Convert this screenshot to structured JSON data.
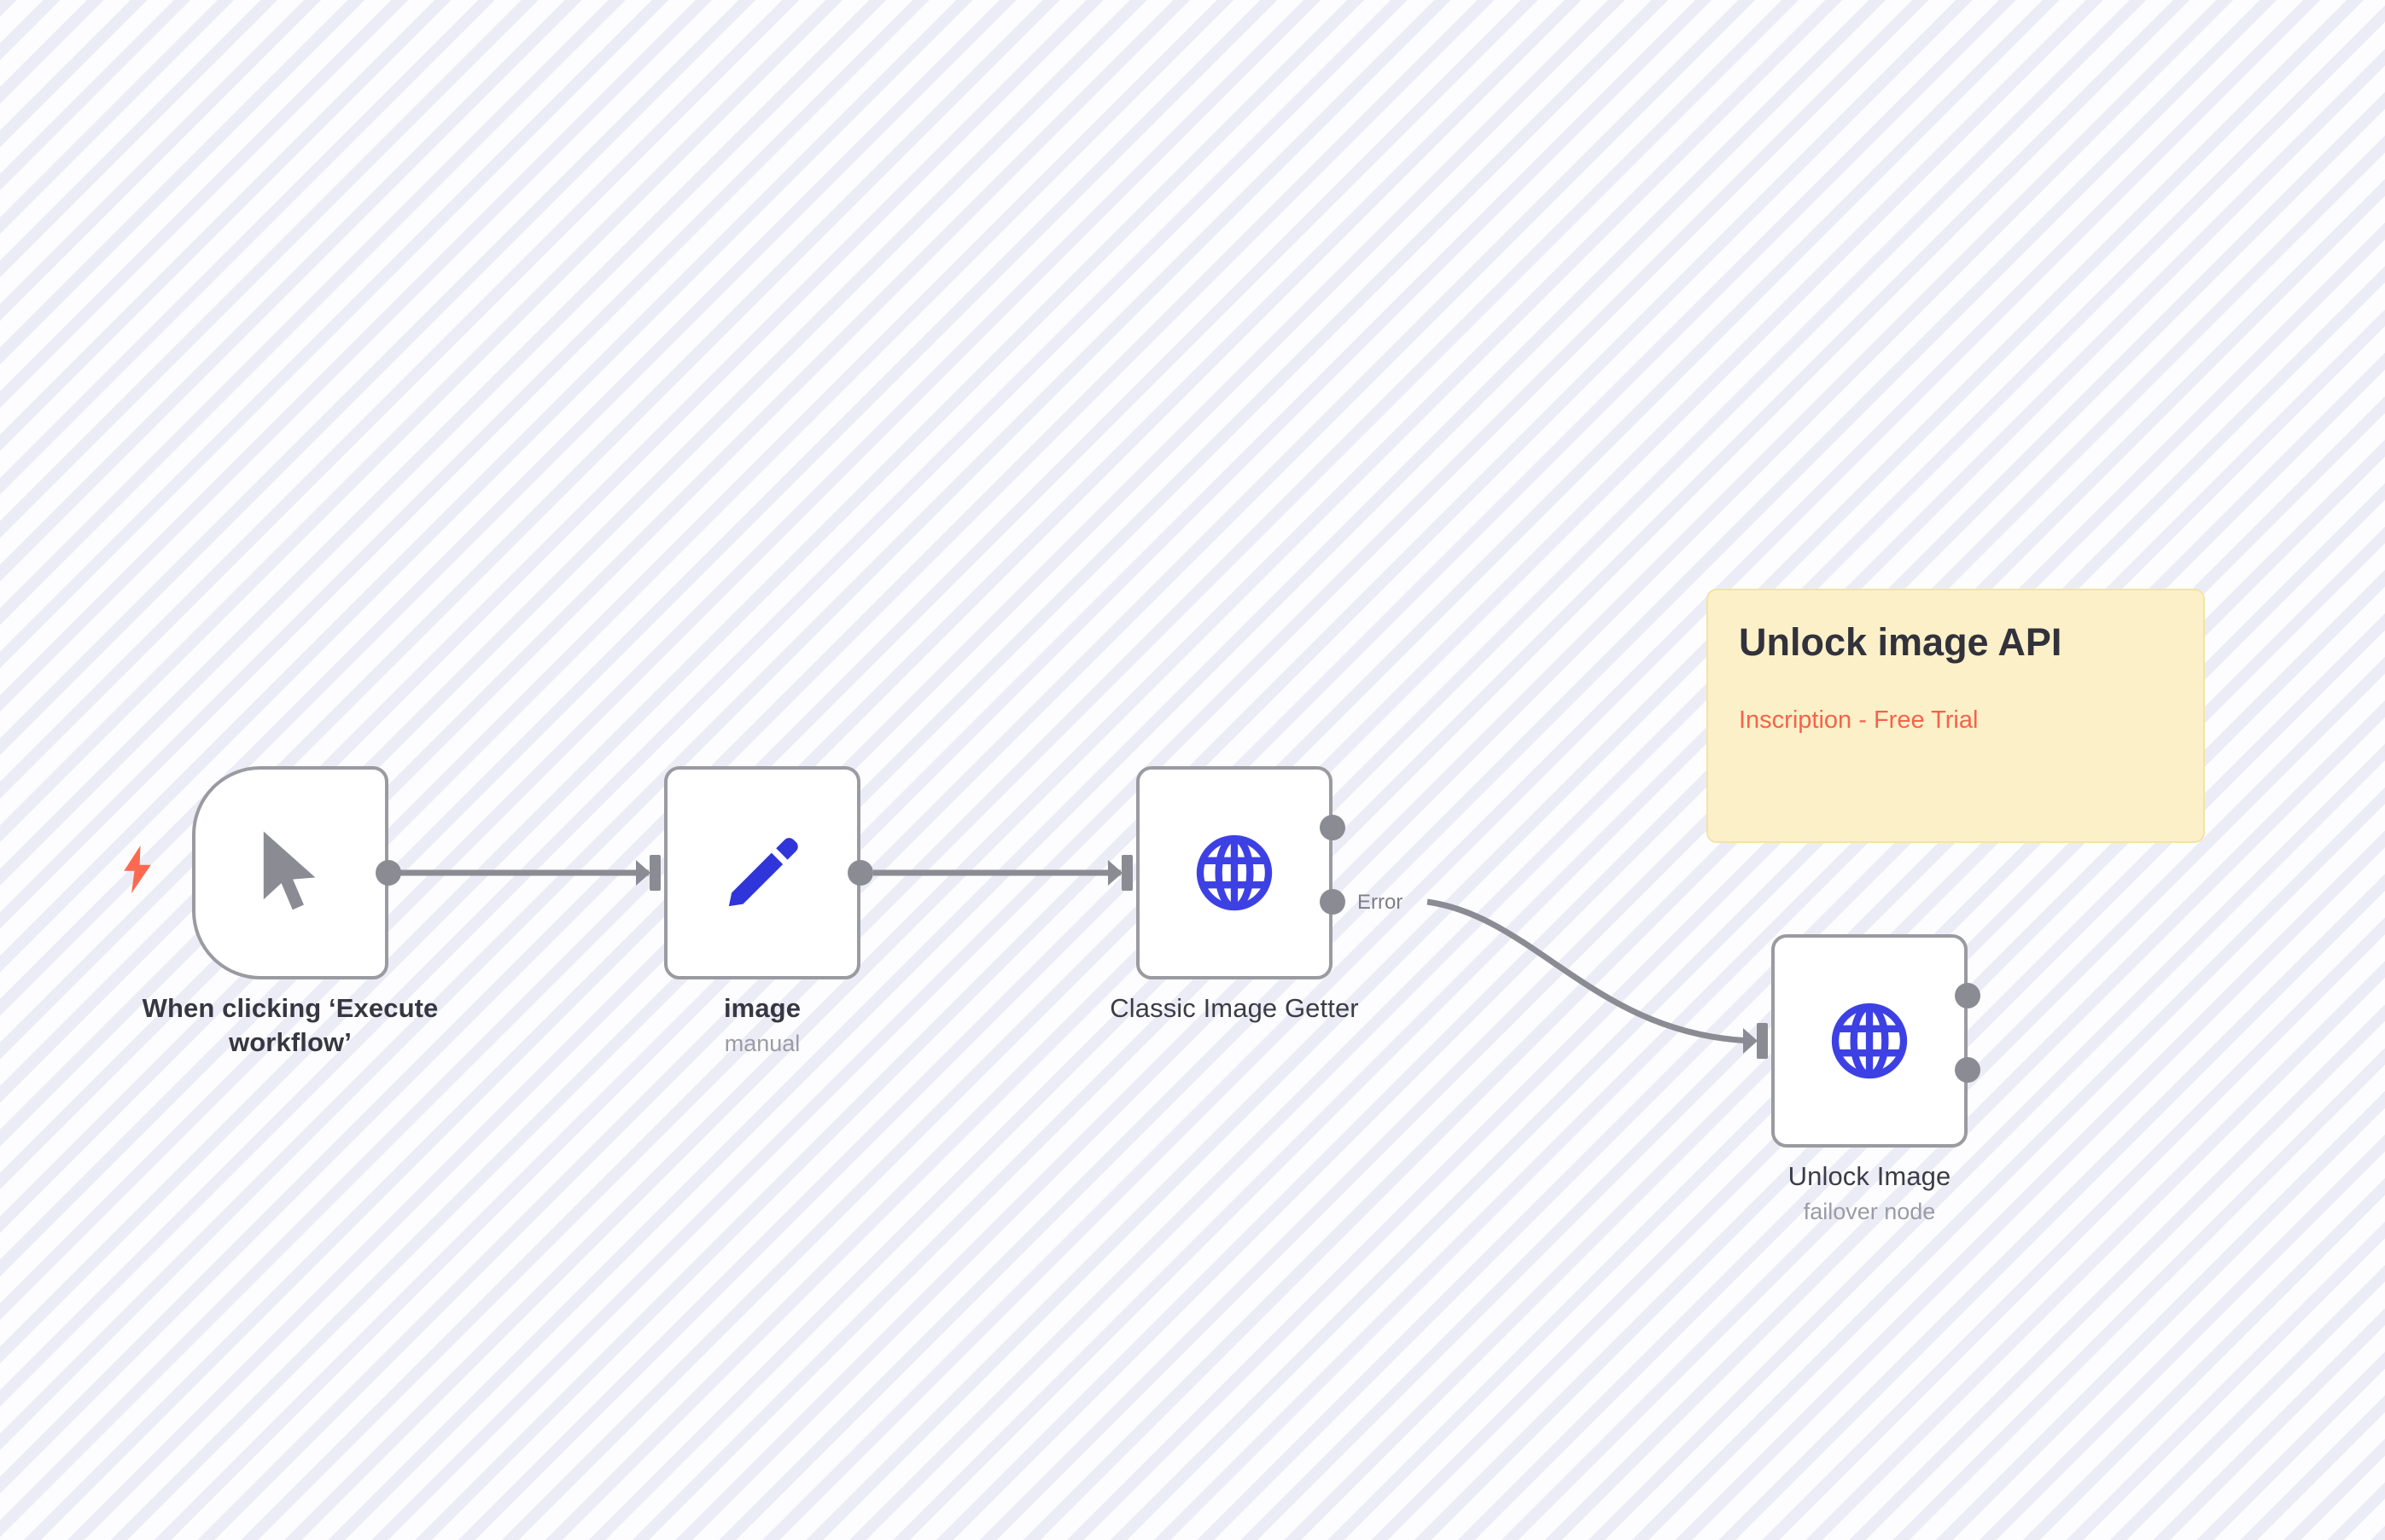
{
  "canvas": {
    "background_color": "#fbfbfe",
    "stripe_color": "#ececf7"
  },
  "nodes": [
    {
      "id": "manual-trigger",
      "title": "When clicking ‘Execute workflow’",
      "subtitle": "",
      "icon": "mouse-pointer-icon",
      "icon_color": "#8b8c93",
      "shape": "trigger",
      "has_trigger_bolt": true,
      "outputs": 1,
      "inputs": 0
    },
    {
      "id": "image",
      "title": "image",
      "subtitle": "manual",
      "icon": "pencil-icon",
      "icon_color": "#2f35d8",
      "shape": "standard",
      "has_trigger_bolt": false,
      "outputs": 1,
      "inputs": 1
    },
    {
      "id": "classic-image-getter",
      "title": "Classic Image Getter",
      "subtitle": "",
      "icon": "globe-icon",
      "icon_color": "#3d41e4",
      "shape": "standard",
      "has_trigger_bolt": false,
      "outputs": 2,
      "inputs": 1
    },
    {
      "id": "unlock-image",
      "title": "Unlock Image",
      "subtitle": "failover node",
      "icon": "globe-icon",
      "icon_color": "#3d41e4",
      "shape": "standard",
      "has_trigger_bolt": false,
      "outputs": 2,
      "inputs": 1
    }
  ],
  "connections": [
    {
      "from": "manual-trigger",
      "to": "image",
      "label": ""
    },
    {
      "from": "image",
      "to": "classic-image-getter",
      "label": ""
    },
    {
      "from": "classic-image-getter",
      "to": "unlock-image",
      "label": "Error"
    }
  ],
  "sticky_note": {
    "title": "Unlock image API",
    "link_text": "Inscription - Free Trial",
    "background_color": "#fcf0c8",
    "border_color": "#f3e3a4",
    "link_color": "#f5634a"
  },
  "trigger_bolt": {
    "color": "#fb6a50"
  }
}
